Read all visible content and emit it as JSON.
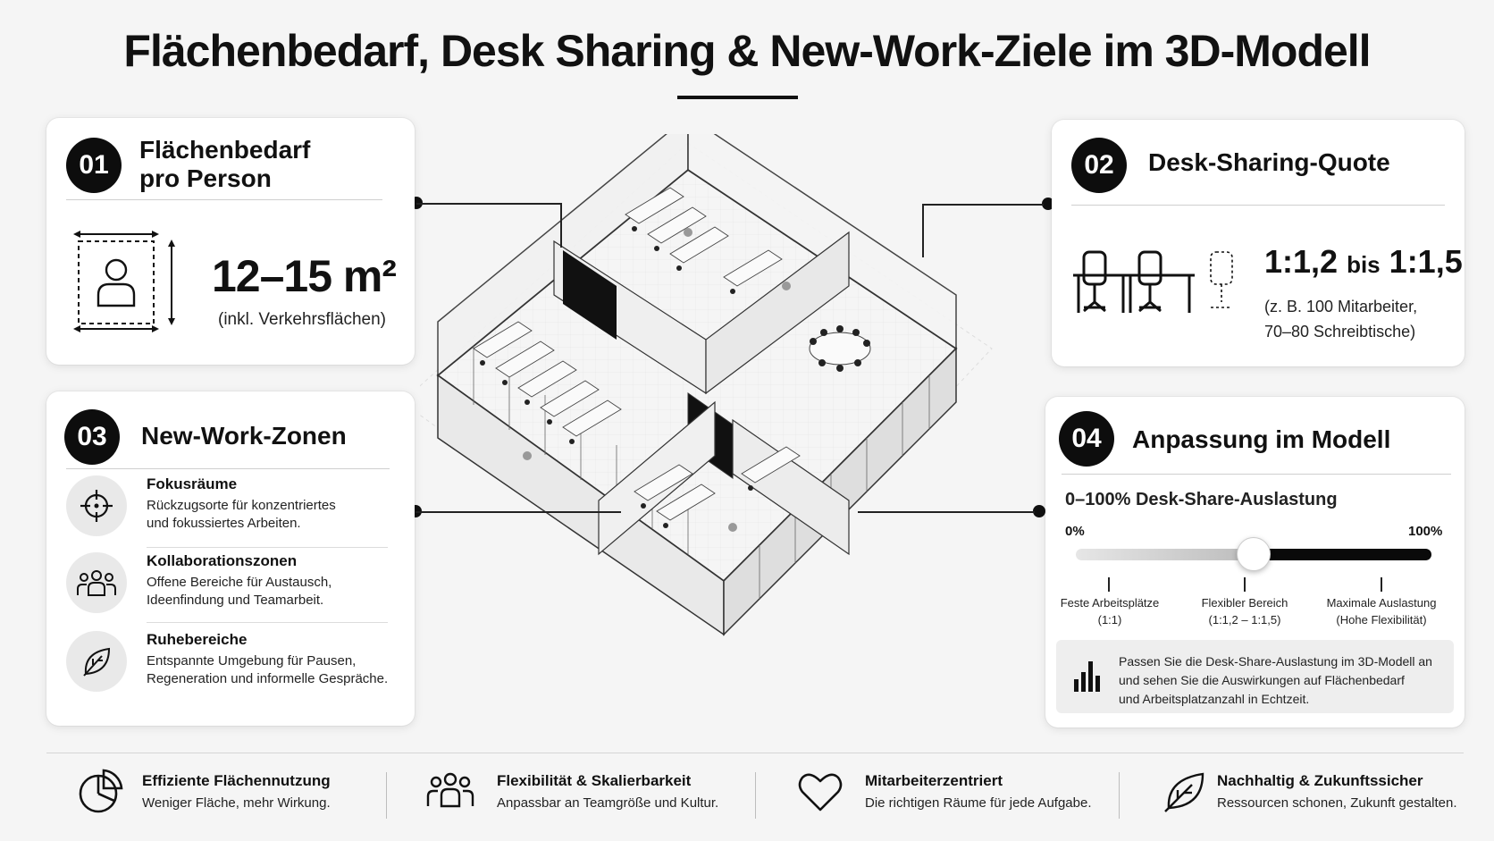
{
  "title": "Flächenbedarf, Desk Sharing & New-Work-Ziele im 3D-Modell",
  "card1": {
    "number": "01",
    "title_line1": "Flächenbedarf",
    "title_line2": "pro Person",
    "value": "12–15 m²",
    "note": "(inkl. Verkehrsflächen)",
    "icon": "person-area-icon"
  },
  "card2": {
    "number": "02",
    "title": "Desk-Sharing-Quote",
    "ratio_from": "1:1,2",
    "ratio_mid": "bis",
    "ratio_to": "1:1,5",
    "note_line1": "(z. B. 100 Mitarbeiter,",
    "note_line2": "70–80 Schreibtische)",
    "icon": "desks-chairs-icon"
  },
  "card3": {
    "number": "03",
    "title": "New-Work-Zonen",
    "zones": [
      {
        "title": "Fokusräume",
        "desc_line1": "Rückzugsorte für konzentriertes",
        "desc_line2": "und fokussiertes Arbeiten.",
        "icon": "crosshair-icon"
      },
      {
        "title": "Kollaborationszonen",
        "desc_line1": "Offene Bereiche für Austausch,",
        "desc_line2": "Ideenfindung und Teamarbeit.",
        "icon": "team-icon"
      },
      {
        "title": "Ruhebereiche",
        "desc_line1": "Entspannte Umgebung für Pausen,",
        "desc_line2": "Regeneration und informelle Gespräche.",
        "icon": "leaf-icon"
      }
    ]
  },
  "card4": {
    "number": "04",
    "title": "Anpassung im Modell",
    "slider_label": "0–100% Desk-Share-Auslastung",
    "min_label": "0%",
    "max_label": "100%",
    "slider_value": 0.5,
    "ticks": [
      {
        "line1": "Feste Arbeitsplätze",
        "line2": "(1:1)"
      },
      {
        "line1": "Flexibler Bereich",
        "line2": "(1:1,2 – 1:1,5)"
      },
      {
        "line1": "Maximale Auslastung",
        "line2": "(Hohe Flexibilität)"
      }
    ],
    "info_line1": "Passen Sie die Desk-Share-Auslastung im 3D-Modell an",
    "info_line2": "und sehen Sie die Auswirkungen auf Flächenbedarf",
    "info_line3": "und Arbeitsplatzanzahl in Echtzeit.",
    "info_icon": "bar-chart-icon"
  },
  "footer": [
    {
      "title": "Effiziente Flächennutzung",
      "desc": "Weniger Fläche, mehr Wirkung.",
      "icon": "pie-chart-icon"
    },
    {
      "title": "Flexibilität & Skalierbarkeit",
      "desc": "Anpassbar an Teamgröße und Kultur.",
      "icon": "people-icon"
    },
    {
      "title": "Mitarbeiterzentriert",
      "desc": "Die richtigen Räume für jede Aufgabe.",
      "icon": "heart-icon"
    },
    {
      "title": "Nachhaltig & Zukunftssicher",
      "desc": "Ressourcen schonen, Zukunft gestalten.",
      "icon": "leaf-icon"
    }
  ],
  "illustration": "isometric-office-floorplan"
}
